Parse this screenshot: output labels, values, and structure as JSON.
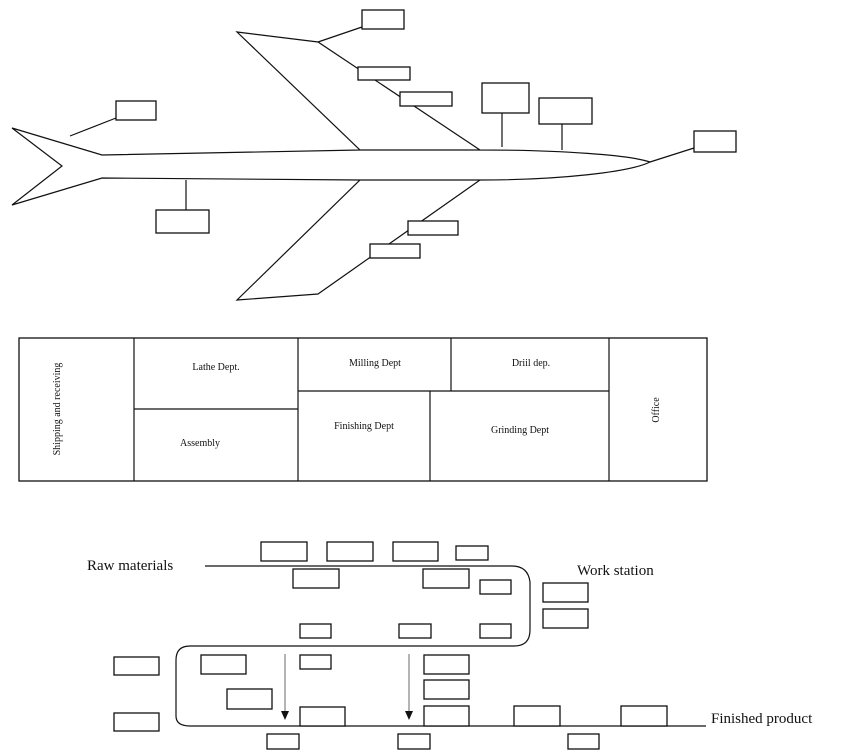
{
  "figure": {
    "panel_a": {},
    "panel_b": {
      "departments": {
        "shipping": "Shipping and receiving",
        "lathe": "Lathe Dept.",
        "assembly": "Assembly",
        "milling": "Milling Dept",
        "drill": "Driil dep.",
        "finishing": "Finishing Dept",
        "grinding": "Grinding Dept",
        "office": "Office"
      }
    },
    "panel_c": {
      "raw_materials": "Raw materials",
      "work_station": "Work station",
      "finished_product": "Finished product"
    }
  }
}
